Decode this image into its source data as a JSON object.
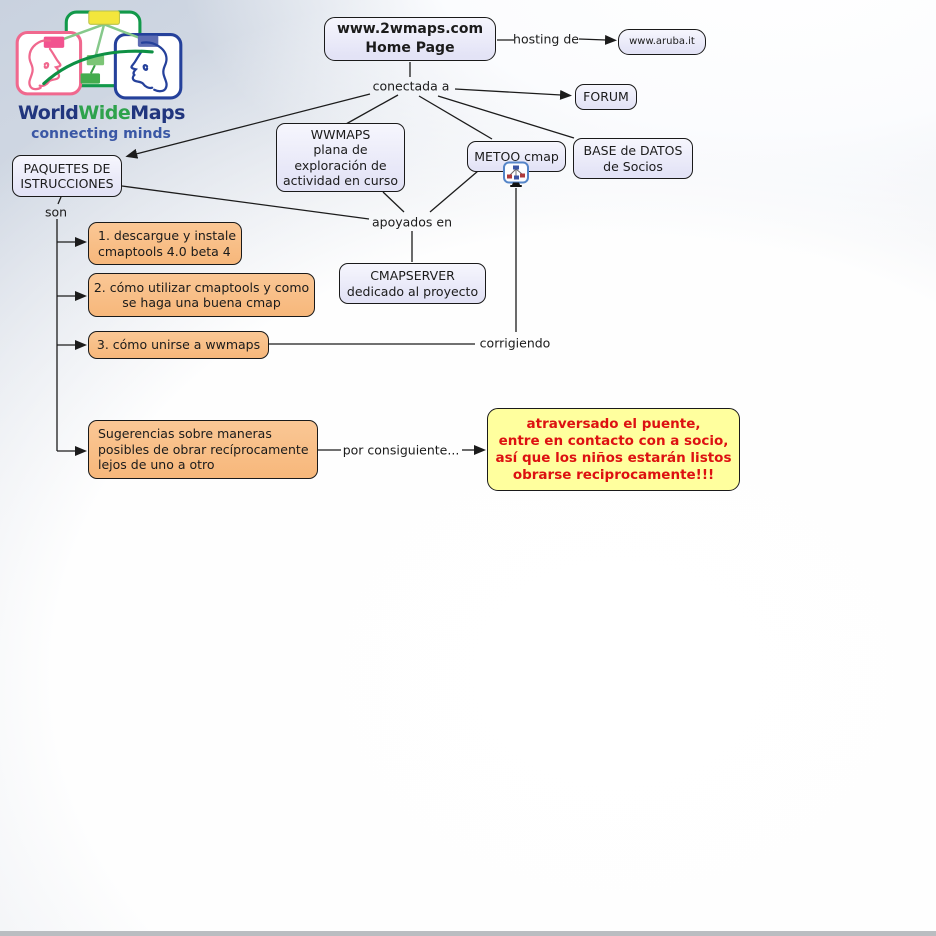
{
  "logo": {
    "word1": "World",
    "word2": "Wide",
    "word3": "Maps",
    "tagline": "connecting minds",
    "colors": {
      "navy": "#21357e",
      "green": "#2ea24c",
      "pink_square": "#f0688e",
      "blue_square": "#25419b",
      "yellow_rect": "#f3e63c",
      "tagline_blue": "#3a57a5"
    }
  },
  "nodes": {
    "home_page": {
      "lines": [
        "www.2wmaps.com",
        "Home Page"
      ]
    },
    "aruba": {
      "label": "www.aruba.it"
    },
    "forum": {
      "label": "FORUM"
    },
    "wwmaps_plan": {
      "lines": [
        "WWMAPS",
        "plana de",
        "exploración de",
        "actividad en curso"
      ]
    },
    "metoo": {
      "label": "METOO cmap"
    },
    "base_datos": {
      "lines": [
        "BASE de DATOS",
        "de Socios"
      ]
    },
    "paquetes": {
      "lines": [
        "PAQUETES DE",
        "ISTRUCCIONES"
      ]
    },
    "instr1": {
      "lines": [
        "1. descargue y instale",
        "cmaptools 4.0 beta 4"
      ]
    },
    "instr2": {
      "lines": [
        "2. cómo utilizar cmaptools y como",
        "se haga una buena cmap"
      ]
    },
    "instr3": {
      "label": "3. cómo unirse a wwmaps"
    },
    "cmapserver": {
      "lines": [
        "CMAPSERVER",
        "dedicado al proyecto"
      ]
    },
    "sugerencias": {
      "lines": [
        "Sugerencias sobre maneras",
        "posibles de obrar recíprocamente",
        "lejos de uno a otro"
      ]
    },
    "resultado": {
      "lines": [
        "atraversado el puente,",
        "entre en contacto con a socio,",
        "así que los niños estarán listos",
        "obrarse reciprocamente!!!"
      ]
    }
  },
  "linking_phrases": {
    "hosting": "hosting de",
    "conectada": "conectada a",
    "son": "son",
    "apoyados": "apoyados en",
    "corrigiendo": "corrigiendo",
    "por_consiguiente": "por consiguiente..."
  },
  "icons": {
    "metoo_resource": "cmap-resource-icon"
  },
  "colors": {
    "node_fill": "#e7e7f8",
    "node_border": "#1a1a1a",
    "orange_fill": "#f8bc84",
    "yellow_fill": "#ffff9e",
    "red_text": "#dd1111",
    "line": "#1c1c1c",
    "background_edge": "#c9d2df"
  }
}
